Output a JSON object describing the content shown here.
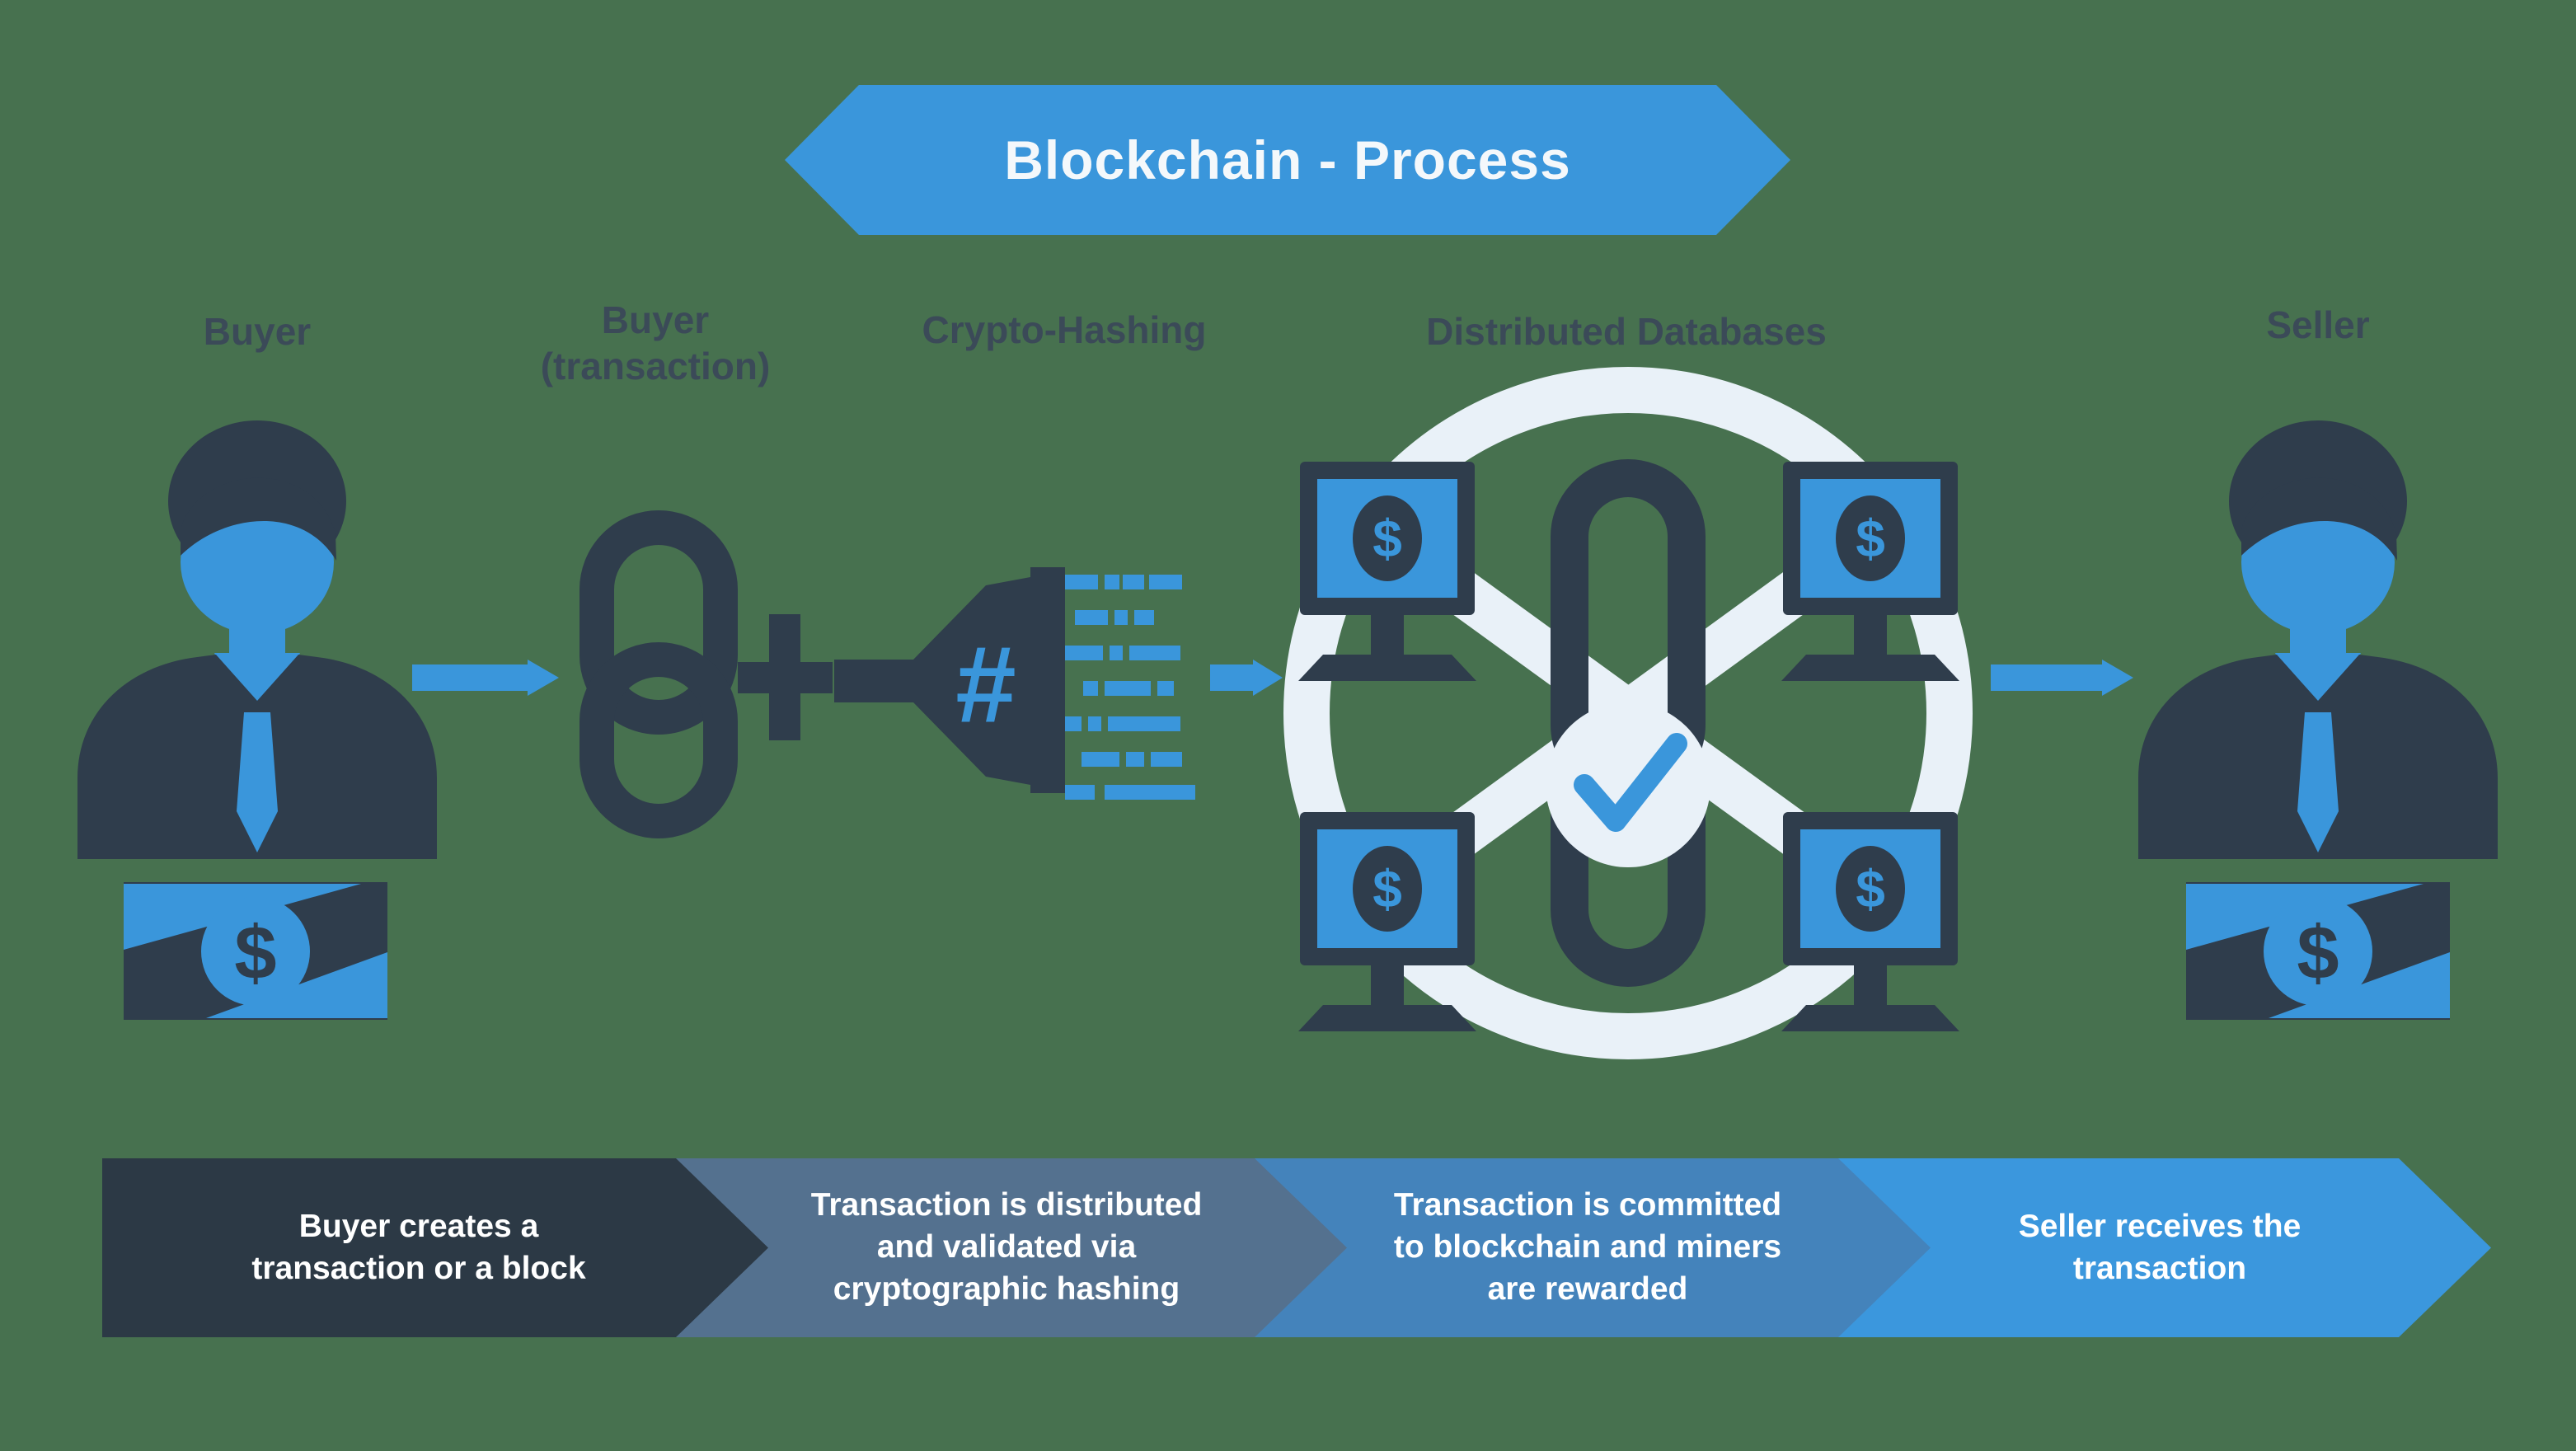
{
  "title": "Blockchain - Process",
  "stages": [
    {
      "label": "Buyer"
    },
    {
      "label": "Buyer\n(transaction)"
    },
    {
      "label": "Crypto-Hashing"
    },
    {
      "label": "Distributed Databases"
    },
    {
      "label": "Seller"
    }
  ],
  "process_steps": [
    {
      "text": "Buyer creates a\ntransaction or a block",
      "color": "#2c3945"
    },
    {
      "text": "Transaction is distributed\nand validated via\ncryptographic hashing",
      "color": "#54718f"
    },
    {
      "text": "Transaction is committed\nto blockchain and miners\nare rewarded",
      "color": "#4483bb"
    },
    {
      "text": "Seller receives the\ntransaction",
      "color": "#3b97dd"
    }
  ],
  "icons": {
    "dollar": "$",
    "hash": "#"
  },
  "colors": {
    "background": "#47714f",
    "dark_navy": "#2f3d4c",
    "accent_blue": "#3a96db",
    "light_ring": "#e9f1f8",
    "label_text": "#3b4a58",
    "banner_text": "#f4f8fb"
  }
}
